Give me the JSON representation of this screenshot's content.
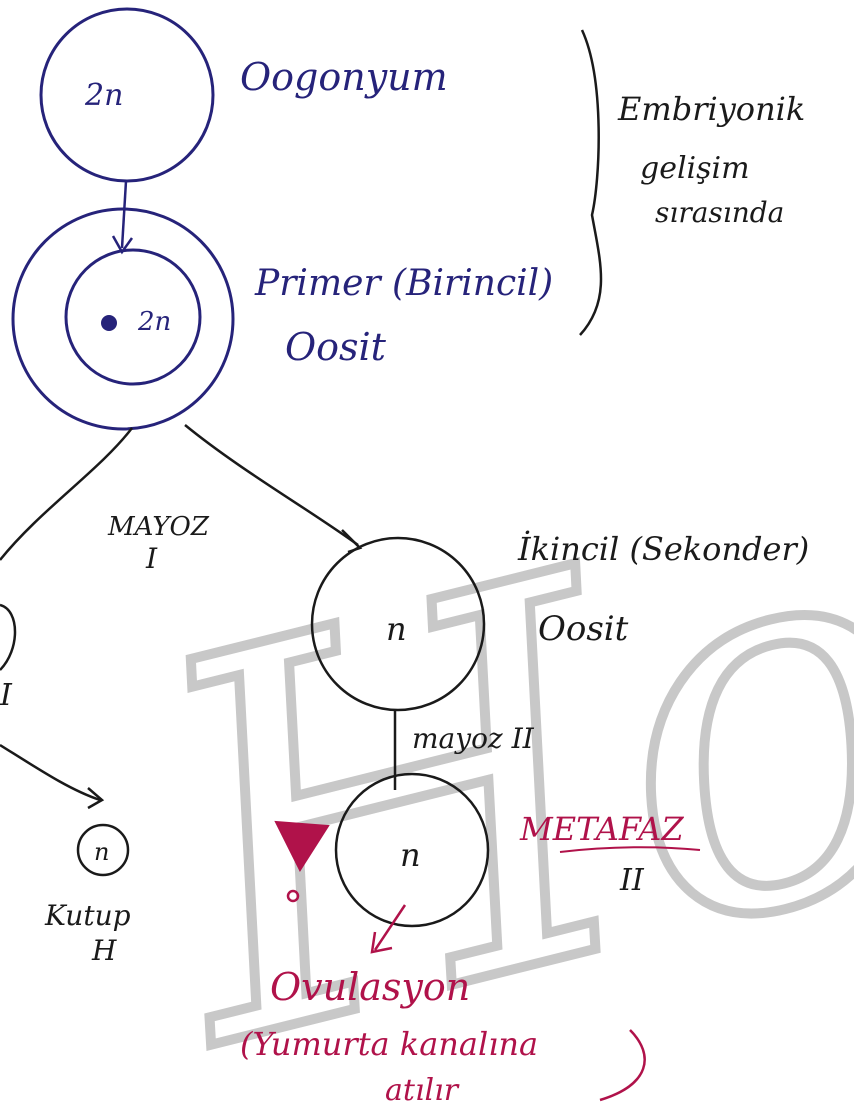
{
  "diagram": {
    "oogonium": {
      "label": "Oogonyum",
      "ploidy": "2n"
    },
    "primary_oocyte": {
      "label_line1": "Primer (Birincil)",
      "label_line2": "Oosit",
      "ploidy": "2n"
    },
    "brace_note": {
      "line1": "Embriyonik",
      "line2": "gelişim",
      "line3": "sırasında"
    },
    "meiosis_1": {
      "label_line1": "MAYOZ",
      "label_line2": "I"
    },
    "secondary_oocyte": {
      "label_line1": "İkincil (Sekonder)",
      "label_line2": "Oosit",
      "ploidy": "n"
    },
    "meiosis_2": {
      "label": "mayoz II"
    },
    "metaphase": {
      "label_line1": "METAFAZ",
      "label_line2": "II",
      "ploidy": "n"
    },
    "polar_body": {
      "label_line1": "Kutup",
      "label_line2": "H",
      "ploidy": "n"
    },
    "ovulation": {
      "label": "Ovulasyon",
      "note_line1": "(Yumurta kanalına",
      "note_line2": "atılır"
    },
    "partial_cell": {
      "label": "I"
    },
    "watermark": "Hoca"
  },
  "colors": {
    "blue_ink": "#26237a",
    "black_ink": "#1a1a1a",
    "red_ink": "#b0124a",
    "watermark": "#bdbdbd"
  }
}
